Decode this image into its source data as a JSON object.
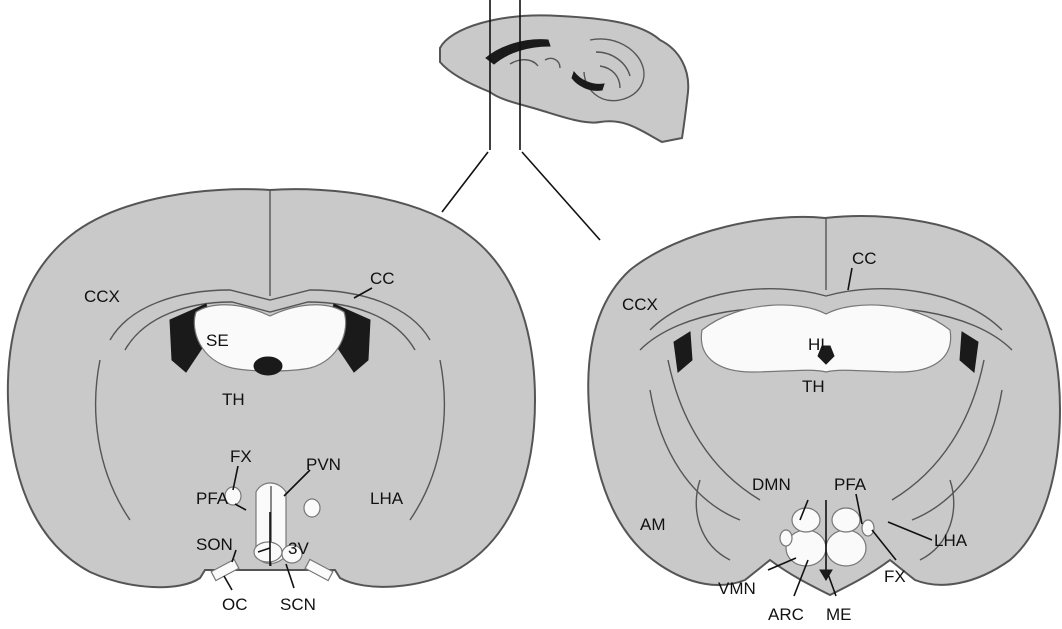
{
  "labels_left": {
    "ccx": "CCX",
    "cc": "CC",
    "se": "SE",
    "th": "TH",
    "fx": "FX",
    "pvn": "PVN",
    "pfa": "PFA",
    "lha": "LHA",
    "son": "SON",
    "v3": "3V",
    "oc": "OC",
    "scn": "SCN"
  },
  "labels_right": {
    "cc": "CC",
    "ccx": "CCX",
    "hi": "HI",
    "th": "TH",
    "dmn": "DMN",
    "pfa": "PFA",
    "am": "AM",
    "lha": "LHA",
    "fx": "FX",
    "vmn": "VMN",
    "arc": "ARC",
    "me": "ME"
  },
  "colors": {
    "tissue": "#c9c9c9",
    "ventricle": "#1a1a1a",
    "ink": "#111111"
  }
}
